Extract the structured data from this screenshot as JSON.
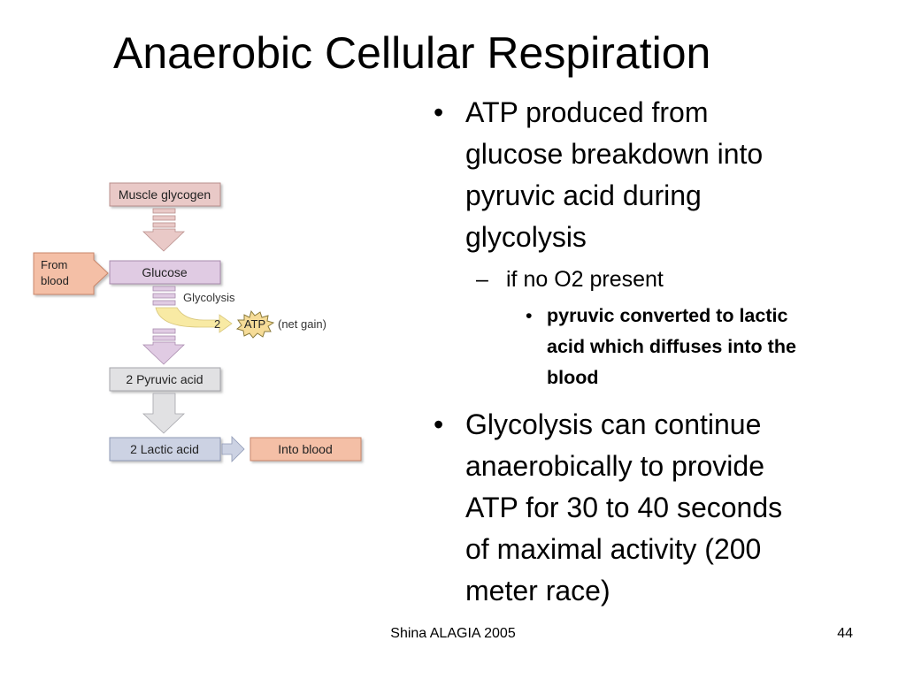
{
  "title": "Anaerobic Cellular Respiration",
  "diagram": {
    "muscle_glycogen": "Muscle glycogen",
    "from_blood_line1": "From",
    "from_blood_line2": "blood",
    "glucose": "Glucose",
    "glycolysis": "Glycolysis",
    "atp_count": "2",
    "atp_label": "ATP",
    "net_gain": "(net gain)",
    "pyruvic_acid": "2 Pyruvic acid",
    "lactic_acid": "2 Lactic acid",
    "into_blood": "Into blood",
    "colors": {
      "pink_box": "#e9c9c7",
      "lavender_box": "#e0cbe3",
      "grey_box": "#e1e1e3",
      "blue_box": "#ccd2e3",
      "salmon_box": "#f4bfa6",
      "atp_star": "#f6dc98",
      "glycolysis_arrow": "#f8eaa4"
    }
  },
  "bullets": {
    "b1": [
      "ATP produced from",
      "glucose breakdown into",
      "pyruvic acid during",
      "glycolysis"
    ],
    "b1_sub": "if no O2 present",
    "b1_subsub": [
      "pyruvic converted to lactic",
      "acid which diffuses into the",
      "blood"
    ],
    "b2": [
      "Glycolysis can continue",
      "anaerobically to provide",
      "ATP for 30 to 40 seconds",
      "of maximal activity (200",
      "meter race)"
    ]
  },
  "footer": {
    "author": "Shina ALAGIA 2005",
    "page": "44"
  }
}
